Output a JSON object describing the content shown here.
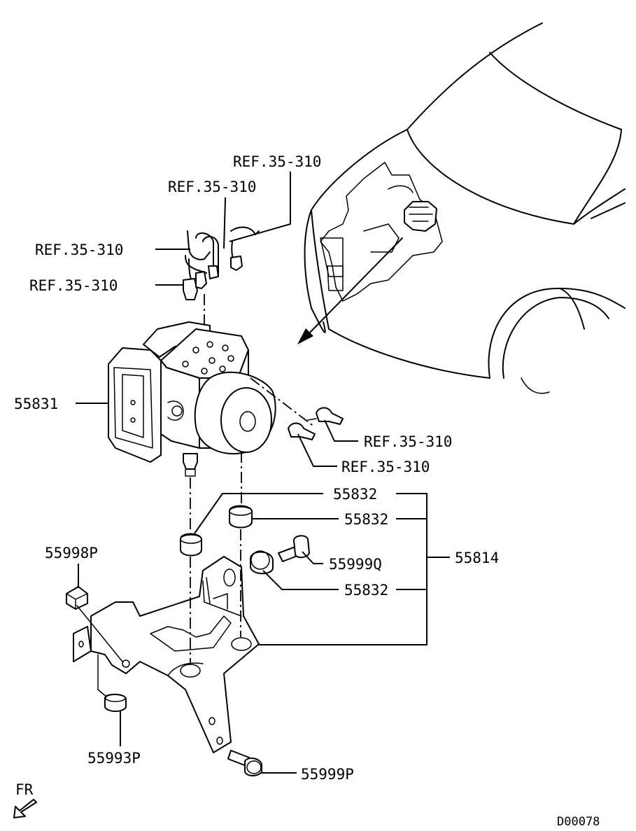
{
  "diagram": {
    "callouts": {
      "ref_1": "REF.35-310",
      "ref_2": "REF.35-310",
      "ref_3": "REF.35-310",
      "ref_4": "REF.35-310",
      "ref_5": "REF.35-310",
      "ref_6": "REF.35-310",
      "p55831": "55831",
      "p55832_a": "55832",
      "p55832_b": "55832",
      "p55832_c": "55832",
      "p55814": "55814",
      "p55999q": "55999Q",
      "p55998p": "55998P",
      "p55993p": "55993P",
      "p55999p": "55999P"
    },
    "fr_label": "FR",
    "diagram_code": "D00078"
  }
}
